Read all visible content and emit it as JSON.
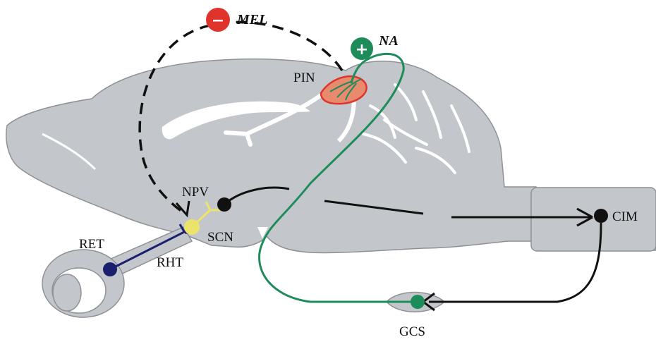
{
  "labels": {
    "mel": "MEL",
    "na": "NA",
    "pin": "PIN",
    "npv": "NPV",
    "scn": "SCN",
    "ret": "RET",
    "rht": "RHT",
    "cim": "CIM",
    "gcs": "GCS"
  },
  "signs": {
    "minus": "−",
    "plus": "+"
  },
  "colors": {
    "tissue": "#c3c7cb",
    "tissue_stroke": "#8e9296",
    "pathway_black": "#111111",
    "green": "#1e8c5a",
    "navy": "#1a1f6e",
    "yellow": "#ece46a",
    "red": "#e0332b",
    "pineal_fill": "#e88a6e"
  }
}
